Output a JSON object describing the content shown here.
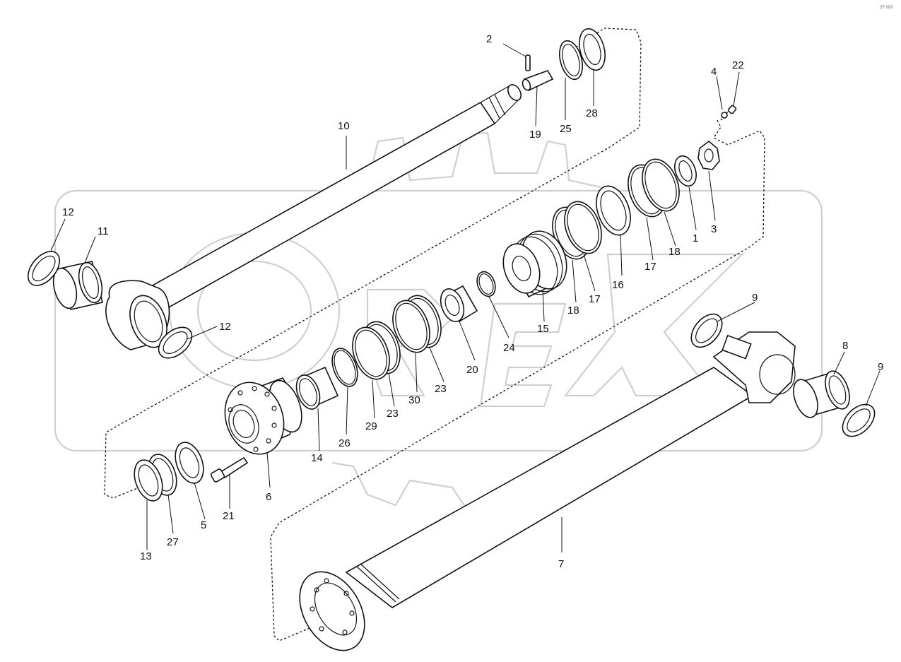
{
  "corner_code": "2F 000",
  "callouts": {
    "n1": "1",
    "n2": "2",
    "n3": "3",
    "n4": "4",
    "n5": "5",
    "n6": "6",
    "n7": "7",
    "n8": "8",
    "n9": "9",
    "n10": "10",
    "n11": "11",
    "n12": "12",
    "n13": "13",
    "n14": "14",
    "n15": "15",
    "n16": "16",
    "n17": "17",
    "n18": "18",
    "n19": "19",
    "n20": "20",
    "n21": "21",
    "n22": "22",
    "n23": "23",
    "n24": "24",
    "n25": "25",
    "n26": "26",
    "n27": "27",
    "n28": "28",
    "n29": "29",
    "n30": "30"
  },
  "watermark": "OREX"
}
